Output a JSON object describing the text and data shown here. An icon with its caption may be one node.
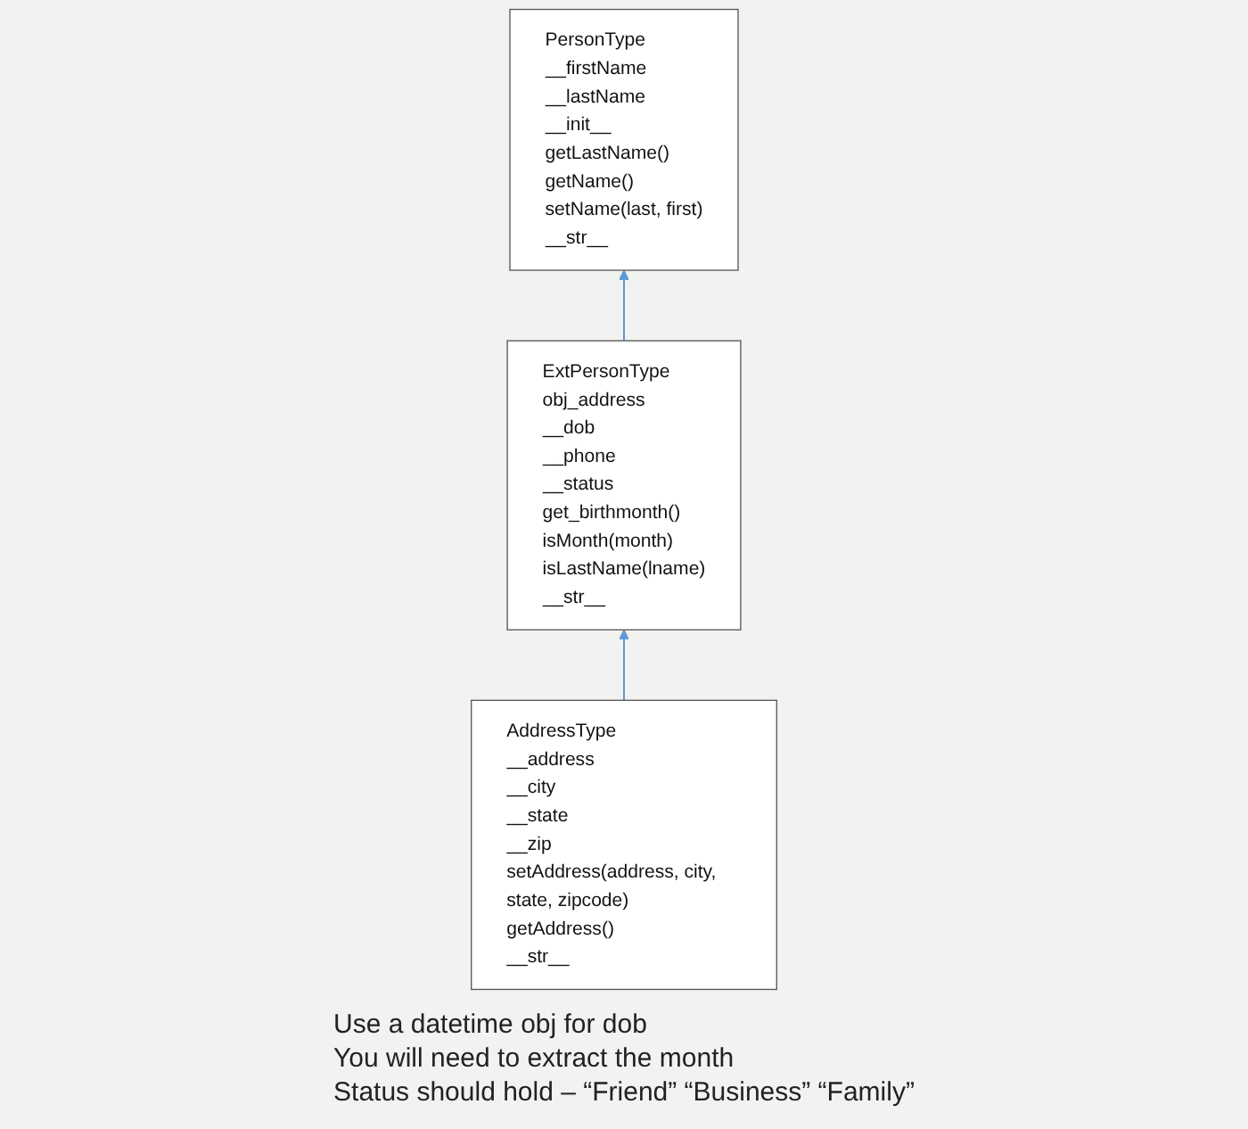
{
  "diagram": {
    "nodes": [
      {
        "text": [
          "PersonType",
          "__firstName",
          "__lastName",
          "__init__",
          "getLastName()",
          "getName()",
          "setName(last, first)",
          "__str__"
        ]
      },
      {
        "text": [
          "ExtPersonType",
          "obj_address",
          "__dob",
          "__phone",
          "__status",
          "get_birthmonth()",
          "isMonth(month)",
          "isLastName(lname)",
          "__str__"
        ]
      },
      {
        "text": [
          "AddressType",
          "__address",
          "__city",
          "__state",
          "__zip",
          "setAddress(address, city, state, zipcode)",
          "getAddress()",
          "__str__"
        ]
      }
    ],
    "edges": [
      {
        "from": 1,
        "to": 0,
        "arrow": "to"
      },
      {
        "from": 2,
        "to": 1,
        "arrow": "to"
      }
    ],
    "labels": [
      "Use a datetime obj for dob",
      "You will need to extract the month",
      "Status should hold – “Friend” “Business” “Family”"
    ]
  }
}
